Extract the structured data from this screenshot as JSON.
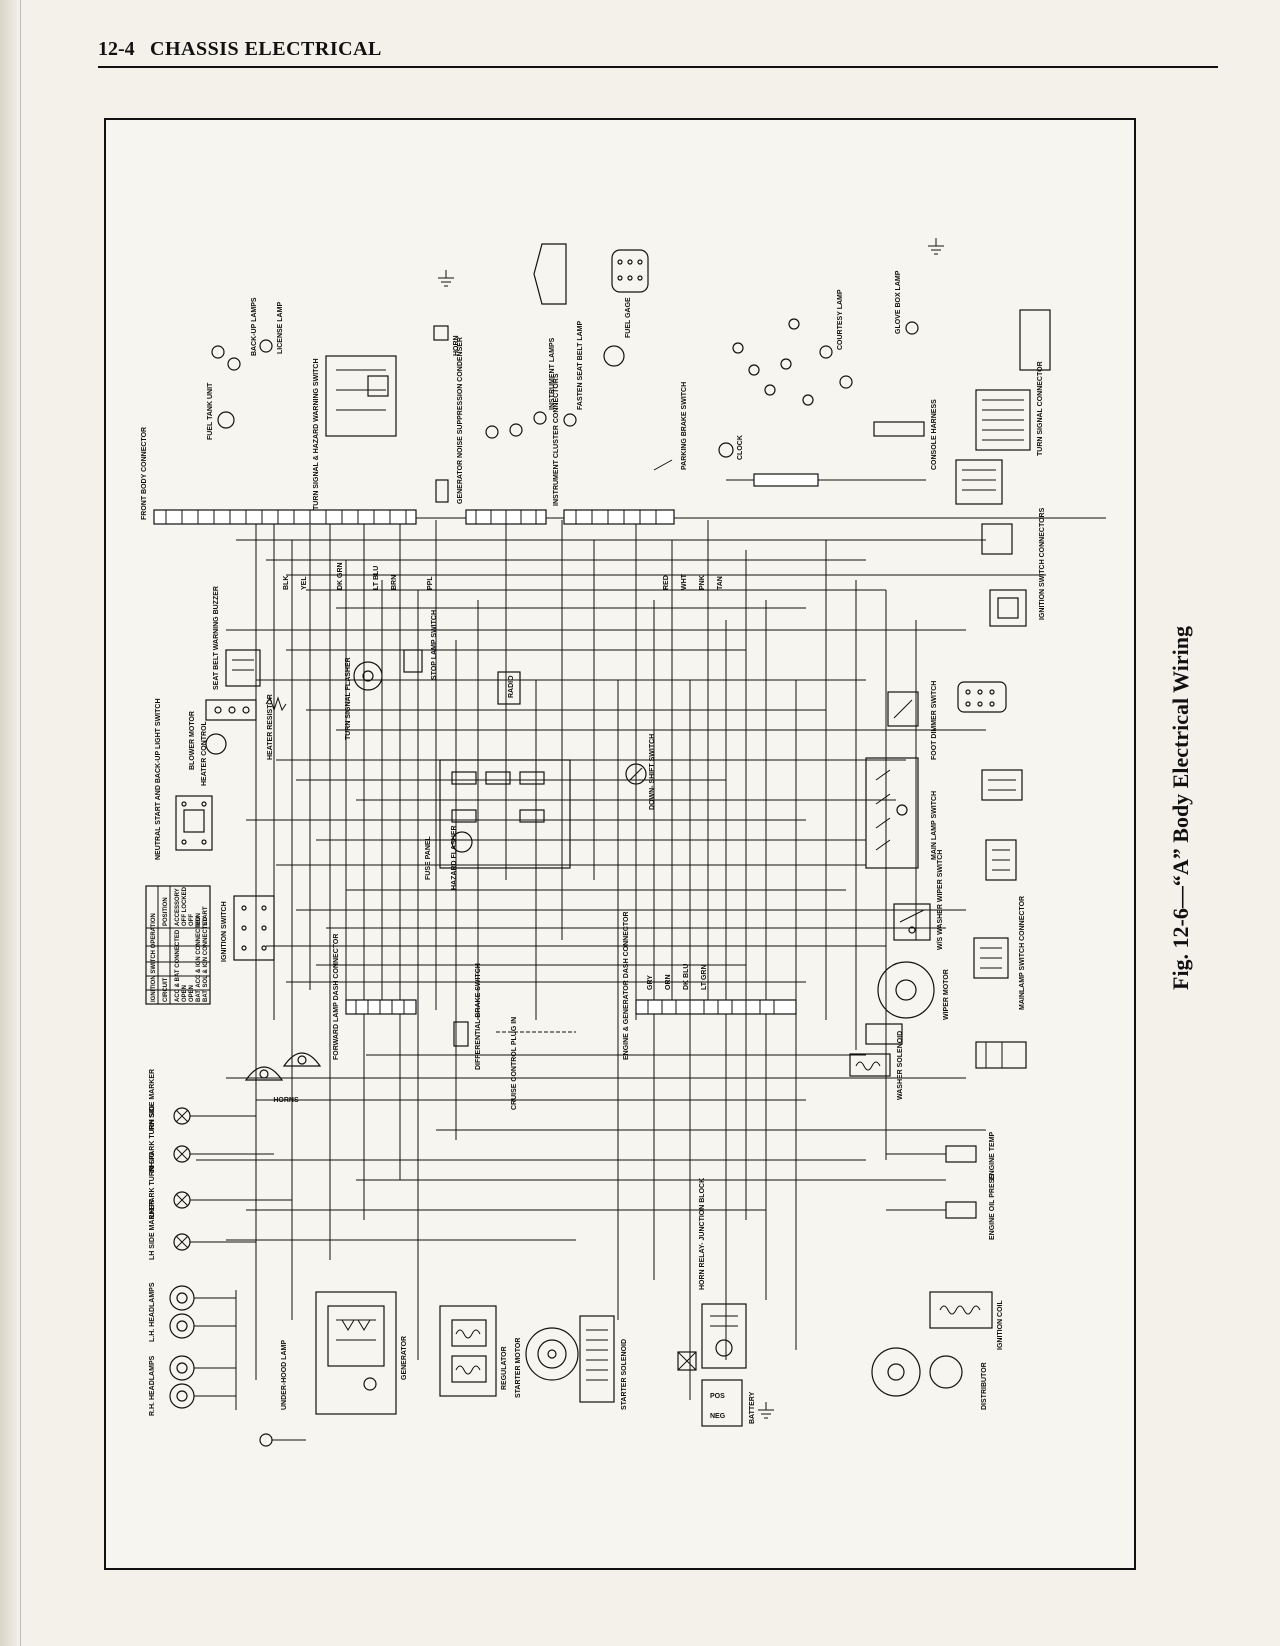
{
  "header": {
    "page_number": "12-4",
    "section_title": "CHASSIS ELECTRICAL"
  },
  "figure": {
    "caption": "Fig. 12-6—“A” Body Electrical Wiring"
  },
  "diagram": {
    "connectors": {
      "front_body": "FRONT BODY CONNECTOR",
      "forward_lamp_dash": "FORWARD LAMP DASH CONNECTOR",
      "engine_generator_dash": "ENGINE & GENERATOR DASH CONNECTOR",
      "instrument_cluster": "INSTRUMENT CLUSTER CONNECTORS",
      "turn_signal": "TURN SIGNAL CONNECTOR",
      "ignition_switch": "IGNITION SWITCH CONNECTORS",
      "mainlamp_switch": "MAINLAMP SWITCH CONNECTOR"
    },
    "components": {
      "rh_side_marker": "RH SIDE MARKER",
      "rh_park_turn": "RH PARK TURN SIG",
      "lh_park_turn": "LH PARK TURN SIG",
      "lh_side_marker": "LH SIDE MARKER",
      "lh_headlamps": "L.H. HEADLAMPS",
      "rh_headlamps": "R.H. HEADLAMPS",
      "horns": "HORNS",
      "generator": "GENERATOR",
      "regulator": "REGULATOR",
      "starter_motor": "STARTER MOTOR",
      "starter_solenoid": "STARTER SOLENOID",
      "horn_relay": "HORN RELAY- JUNCTION BLOCK",
      "battery": "BATTERY",
      "distributor": "DISTRIBUTOR",
      "ignition_coil": "IGNITION COIL",
      "engine_temp": "ENGINE TEMP",
      "oil_press": "ENGINE OIL PRESS",
      "wiper_motor": "WIPER MOTOR",
      "washer_solenoid": "WASHER SOLENOID",
      "wiper_switch": "W/S WASHER WIPER SWITCH",
      "main_lamp_switch": "MAIN LAMP SWITCH",
      "foot_dimmer": "FOOT DIMMER SWITCH",
      "fuse_panel": "FUSE PANEL",
      "radio": "RADIO",
      "blower_motor": "BLOWER MOTOR",
      "heater_control": "HEATER CONTROL",
      "heater_resistor": "HEATER RESISTOR",
      "neutral_start": "NEUTRAL START AND BACK-UP LIGHT SWITCH",
      "ignition_switch": "IGNITION SWITCH",
      "seat_belt_buzzer": "SEAT BELT WARNING BUZZER",
      "stop_lamp_switch": "STOP LAMP SWITCH",
      "turn_signal_flasher": "TURN SIGNAL FLASHER",
      "hazard_flasher": "HAZARD FLASHER",
      "downshift_switch": "DOWN- SHIFT SWITCH",
      "diff_brake_switch": "DIFFERENTIAL BRAKE SWITCH",
      "cruise_control": "CRUISE CONTROL PLUG IN",
      "underhood_lamp": "UNDER-HOOD LAMP",
      "clock": "CLOCK",
      "fuel_gage": "FUEL GAGE",
      "fuel_tank_unit": "FUEL TANK UNIT",
      "license_lamp": "LICENSE LAMP",
      "backup_lamps": "BACK-UP LAMPS",
      "horn": "HORN",
      "generator_noise": "GENERATOR NOISE SUPPRESSION CONDENSER",
      "turn_hazard_switch": "TURN SIGNAL & HAZARD WARNING SWITCH",
      "instrument_lamps": "INSTRUMENT LAMPS",
      "fasten_seat_belt": "FASTEN SEAT BELT LAMP",
      "parking_brake": "PARKING BRAKE SWITCH",
      "glove_box_lamp": "GLOVE BOX LAMP",
      "courtesy_lamp": "COURTESY LAMP",
      "console_harness": "CONSOLE HARNESS"
    },
    "ignition_table": {
      "title": "IGNITION SWITCH OPERATION",
      "headers": [
        "POSITION",
        "CIRCUIT"
      ],
      "rows": [
        [
          "ACCESSORY",
          "ACC & BAT CONNECTED"
        ],
        [
          "OFF LOCKED",
          "OPEN"
        ],
        [
          "OFF",
          "OPEN"
        ],
        [
          "RUN",
          "BAT, ACC & IGN CONNECTED"
        ],
        [
          "START",
          "BAT, SOL & IGN CONNECTED"
        ]
      ]
    },
    "wire_labels": [
      "BLK",
      "YEL",
      "DK GRN",
      "LT BLU",
      "BRN",
      "PPL",
      "RED",
      "WHT",
      "PNK",
      "TAN",
      "GRY",
      "ORN",
      "DK BLU",
      "LT GRN"
    ]
  }
}
